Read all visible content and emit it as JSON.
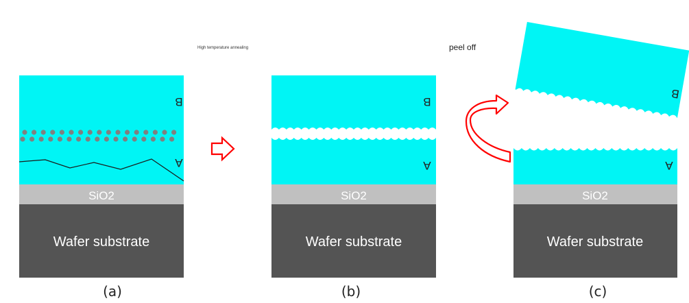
{
  "annotations": {
    "annealing": "High temperature annealing",
    "peel": "peel off"
  },
  "layers": {
    "oxide": "SiO2",
    "substrate": "Wafer substrate",
    "top_letter": "B",
    "bottom_letter": "A"
  },
  "panels": {
    "a": "(a)",
    "b": "(b)",
    "c": "(c)"
  },
  "colors": {
    "film": "#00f5f5",
    "oxide": "#c0c0c0",
    "substrate": "#545454",
    "dots": "#808080",
    "arrow": "#ff0000"
  },
  "icons": {
    "step_arrow": "outline-right-arrow-icon",
    "peel_arrow": "curved-arrow-icon"
  }
}
